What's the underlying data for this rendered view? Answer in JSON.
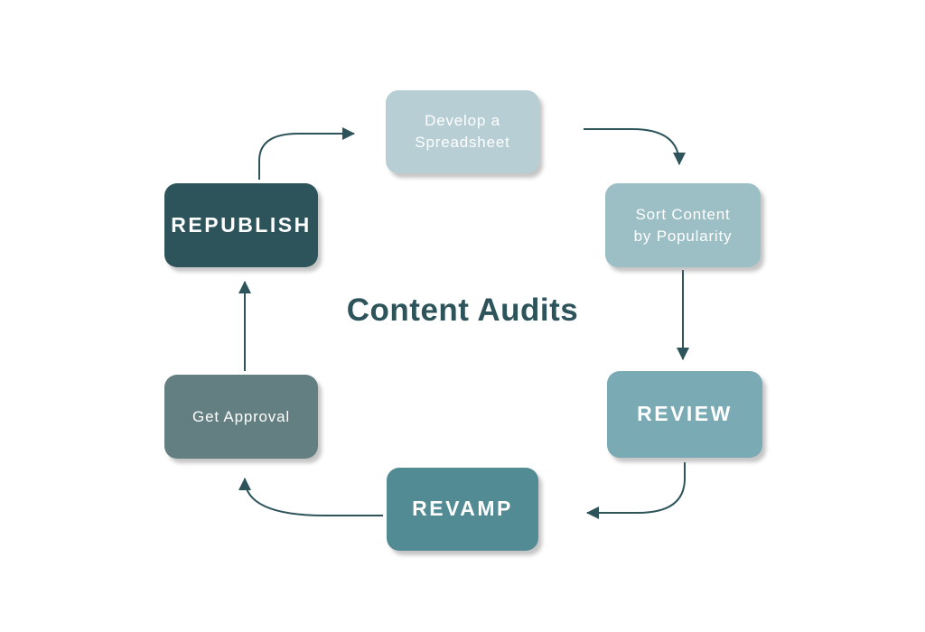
{
  "title": "Content Audits",
  "diagram_type": "cycle",
  "colors": {
    "background": "#ffffff",
    "title_text": "#2e545b",
    "arrow": "#2e545b",
    "node_text": "#ffffff",
    "node_develop": "#b7cfd4",
    "node_sort": "#9cbfc5",
    "node_review": "#7aaab3",
    "node_revamp": "#538b95",
    "node_approval": "#647f82",
    "node_republish": "#2e545b"
  },
  "nodes": [
    {
      "id": "develop-spreadsheet",
      "label": "Develop a\nSpreadsheet",
      "style": "regular",
      "position": "top-center"
    },
    {
      "id": "sort-content",
      "label": "Sort Content\nby Popularity",
      "style": "regular",
      "position": "top-right"
    },
    {
      "id": "review",
      "label": "REVIEW",
      "style": "bold",
      "position": "right"
    },
    {
      "id": "revamp",
      "label": "REVAMP",
      "style": "bold",
      "position": "bottom-center"
    },
    {
      "id": "get-approval",
      "label": "Get Approval",
      "style": "regular",
      "position": "left"
    },
    {
      "id": "republish",
      "label": "REPUBLISH",
      "style": "bold",
      "position": "top-left"
    }
  ],
  "flow_order": [
    "develop-spreadsheet",
    "sort-content",
    "review",
    "revamp",
    "get-approval",
    "republish"
  ]
}
